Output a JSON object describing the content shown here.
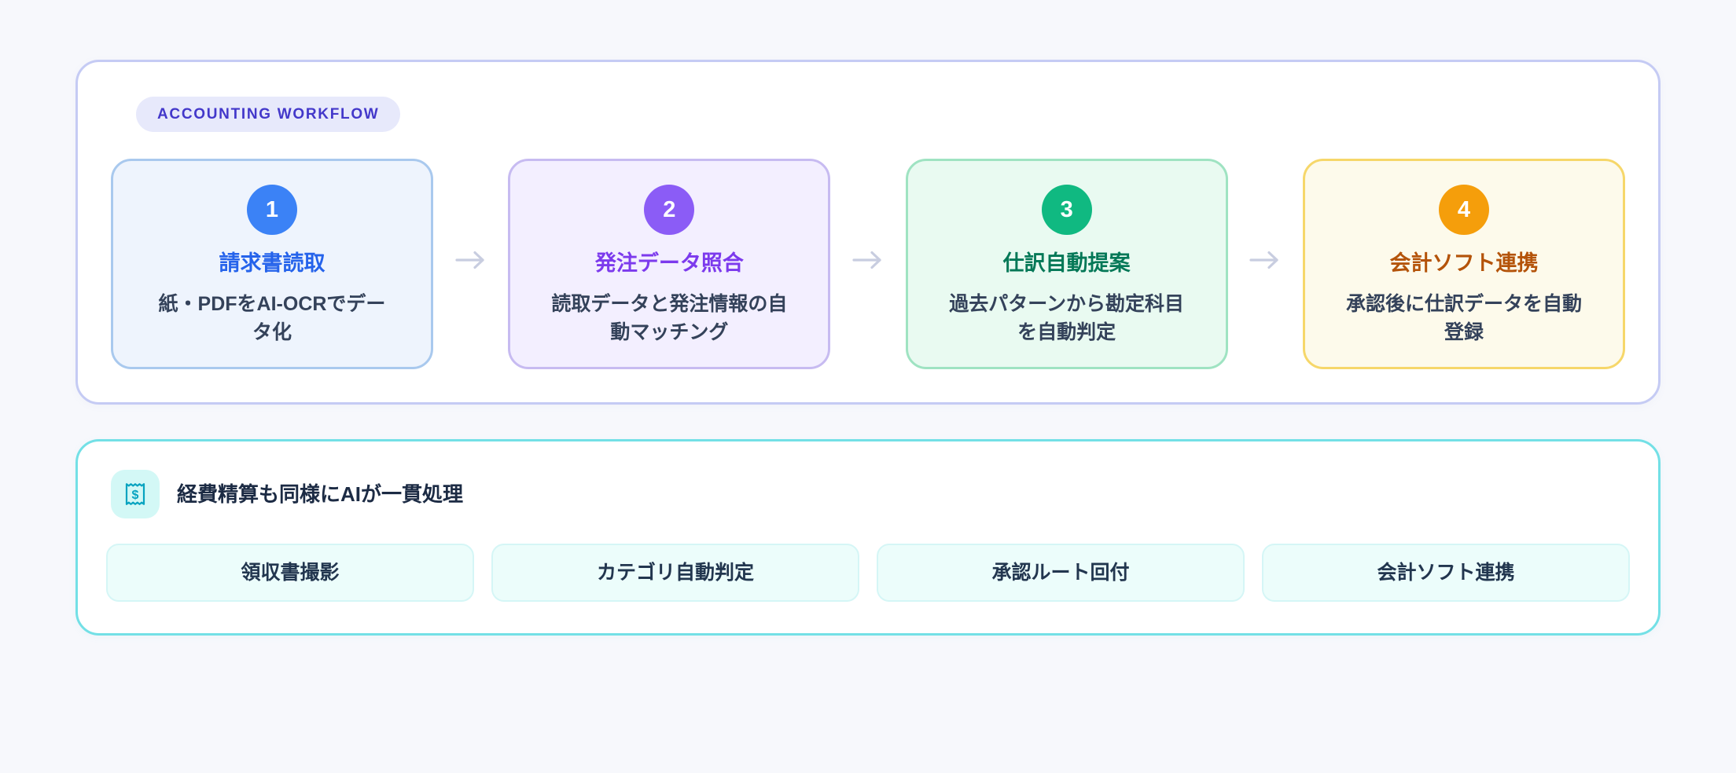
{
  "workflow": {
    "badge_label": "ACCOUNTING WORKFLOW",
    "badge_bg": "#e7e9fb",
    "badge_color": "#4338ca",
    "card_border": "#c5cbf4",
    "arrow_glyph": "→",
    "arrow_color": "#c8cde0",
    "steps": [
      {
        "number": "1",
        "title": "請求書読取",
        "description": "紙・PDFをAI-OCRでデータ化",
        "badge_color": "#3b82f6",
        "title_color": "#2563eb",
        "card_bg": "#eef4fd",
        "card_border": "#a9c9ee"
      },
      {
        "number": "2",
        "title": "発注データ照合",
        "description": "読取データと発注情報の自動マッチング",
        "badge_color": "#8b5cf6",
        "title_color": "#7c3aed",
        "card_bg": "#f3efff",
        "card_border": "#c7bbf1"
      },
      {
        "number": "3",
        "title": "仕訳自動提案",
        "description": "過去パターンから勘定科目を自動判定",
        "badge_color": "#10b981",
        "title_color": "#047857",
        "card_bg": "#e9faf1",
        "card_border": "#9fe3c2"
      },
      {
        "number": "4",
        "title": "会計ソフト連携",
        "description": "承認後に仕訳データを自動登録",
        "badge_color": "#f59e0b",
        "title_color": "#b45309",
        "card_bg": "#fdfaeb",
        "card_border": "#f6d76a"
      }
    ]
  },
  "expense": {
    "card_border": "#73e0e6",
    "icon_name": "receipt-dollar-icon",
    "icon_bg": "#d3f8f6",
    "icon_color": "#06a3c0",
    "title": "経費精算も同様にAIが一貫処理",
    "chips": [
      {
        "label": "領収書撮影"
      },
      {
        "label": "カテゴリ自動判定"
      },
      {
        "label": "承認ルート回付"
      },
      {
        "label": "会計ソフト連携"
      }
    ]
  }
}
